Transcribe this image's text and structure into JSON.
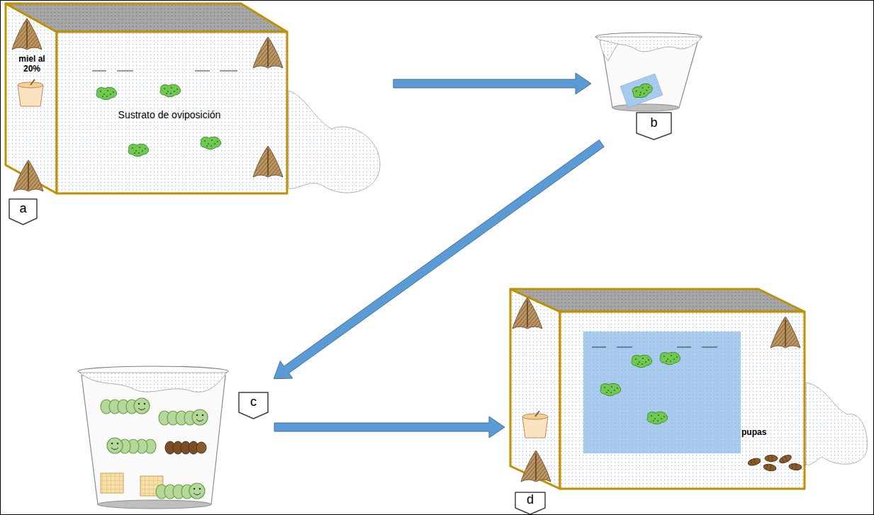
{
  "diagram": {
    "nodes": [
      {
        "text": [
          "a"
        ]
      },
      {
        "text": [
          "Sustrato de oviposición"
        ],
        "in": 0
      },
      {
        "text": [
          "b"
        ]
      },
      {
        "text": [
          "c"
        ]
      },
      {
        "text": [
          "d"
        ]
      },
      {
        "text": [
          "pupas"
        ],
        "in": 4
      }
    ],
    "edges": [
      {
        "from": 0,
        "to": 2,
        "arrow": "to"
      },
      {
        "from": 2,
        "to": 3,
        "arrow": "to"
      },
      {
        "from": 3,
        "to": 4,
        "arrow": "to"
      }
    ],
    "labels": [
      "miel al 20%"
    ]
  }
}
